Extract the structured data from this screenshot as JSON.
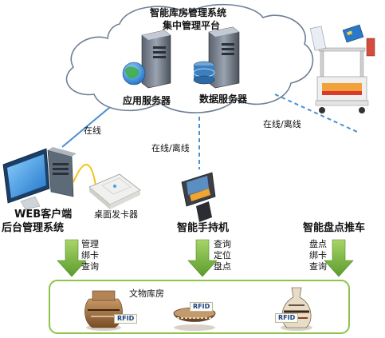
{
  "title": {
    "line1": "智能库房管理系统",
    "line2": "集中管理平台"
  },
  "servers": {
    "app_server": "应用服务器",
    "data_server": "数据服务器"
  },
  "connections": {
    "web_link": "在线",
    "handheld_link": "在线/离线",
    "cart_link": "在线/离线"
  },
  "devices": {
    "web_client": {
      "line1": "WEB客户端",
      "line2": "后台管理系统",
      "functions": [
        "管理",
        "绑卡",
        "查询"
      ]
    },
    "card_issuer": "桌面发卡器",
    "handheld": {
      "label": "智能手持机",
      "functions": [
        "查询",
        "定位",
        "盘点"
      ]
    },
    "cart": {
      "label": "智能盘点推车",
      "functions": [
        "盘点",
        "绑卡",
        "查询"
      ]
    }
  },
  "warehouse": {
    "label": "文物库房",
    "tag": "RFID"
  },
  "colors": {
    "cloud_stroke": "#6f7f94",
    "link_line": "#4a8fd0",
    "arrow_green": "#6aa83c",
    "warehouse_border": "#8dc34a"
  }
}
